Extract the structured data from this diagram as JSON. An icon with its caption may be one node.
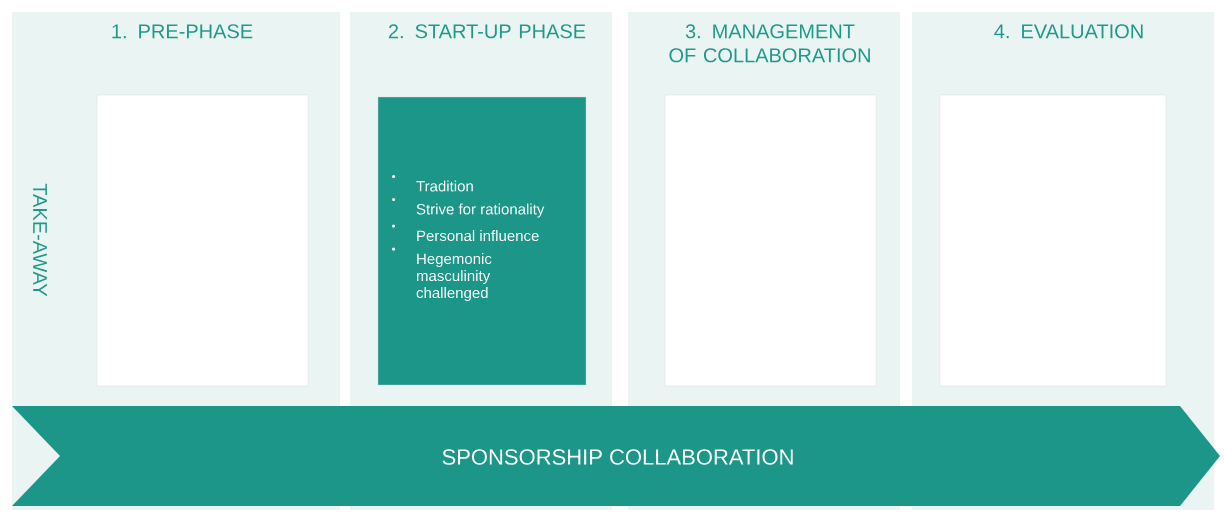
{
  "diagram": {
    "nodes": [
      {
        "text": [
          "1. PRE-PHASE"
        ]
      },
      {
        "text": [],
        "shape": "box",
        "in": 0
      },
      {
        "text": [
          "2. START-UP PHASE"
        ]
      },
      {
        "text": [
          "Tradition",
          "Strive for rationality",
          "Personal influence",
          "Hegemonic masculinity challenged"
        ],
        "in": 2
      },
      {
        "text": [
          "3. MANAGEMENT OF COLLABORATION"
        ]
      },
      {
        "text": [],
        "shape": "box",
        "in": 4
      },
      {
        "text": [
          "4. EVALUATION"
        ]
      },
      {
        "text": [],
        "shape": "box",
        "in": 6
      },
      {
        "text": [
          "SPONSORSHIP COLLABORATION"
        ]
      }
    ],
    "labels": [
      "TAKE-AWAY"
    ]
  }
}
